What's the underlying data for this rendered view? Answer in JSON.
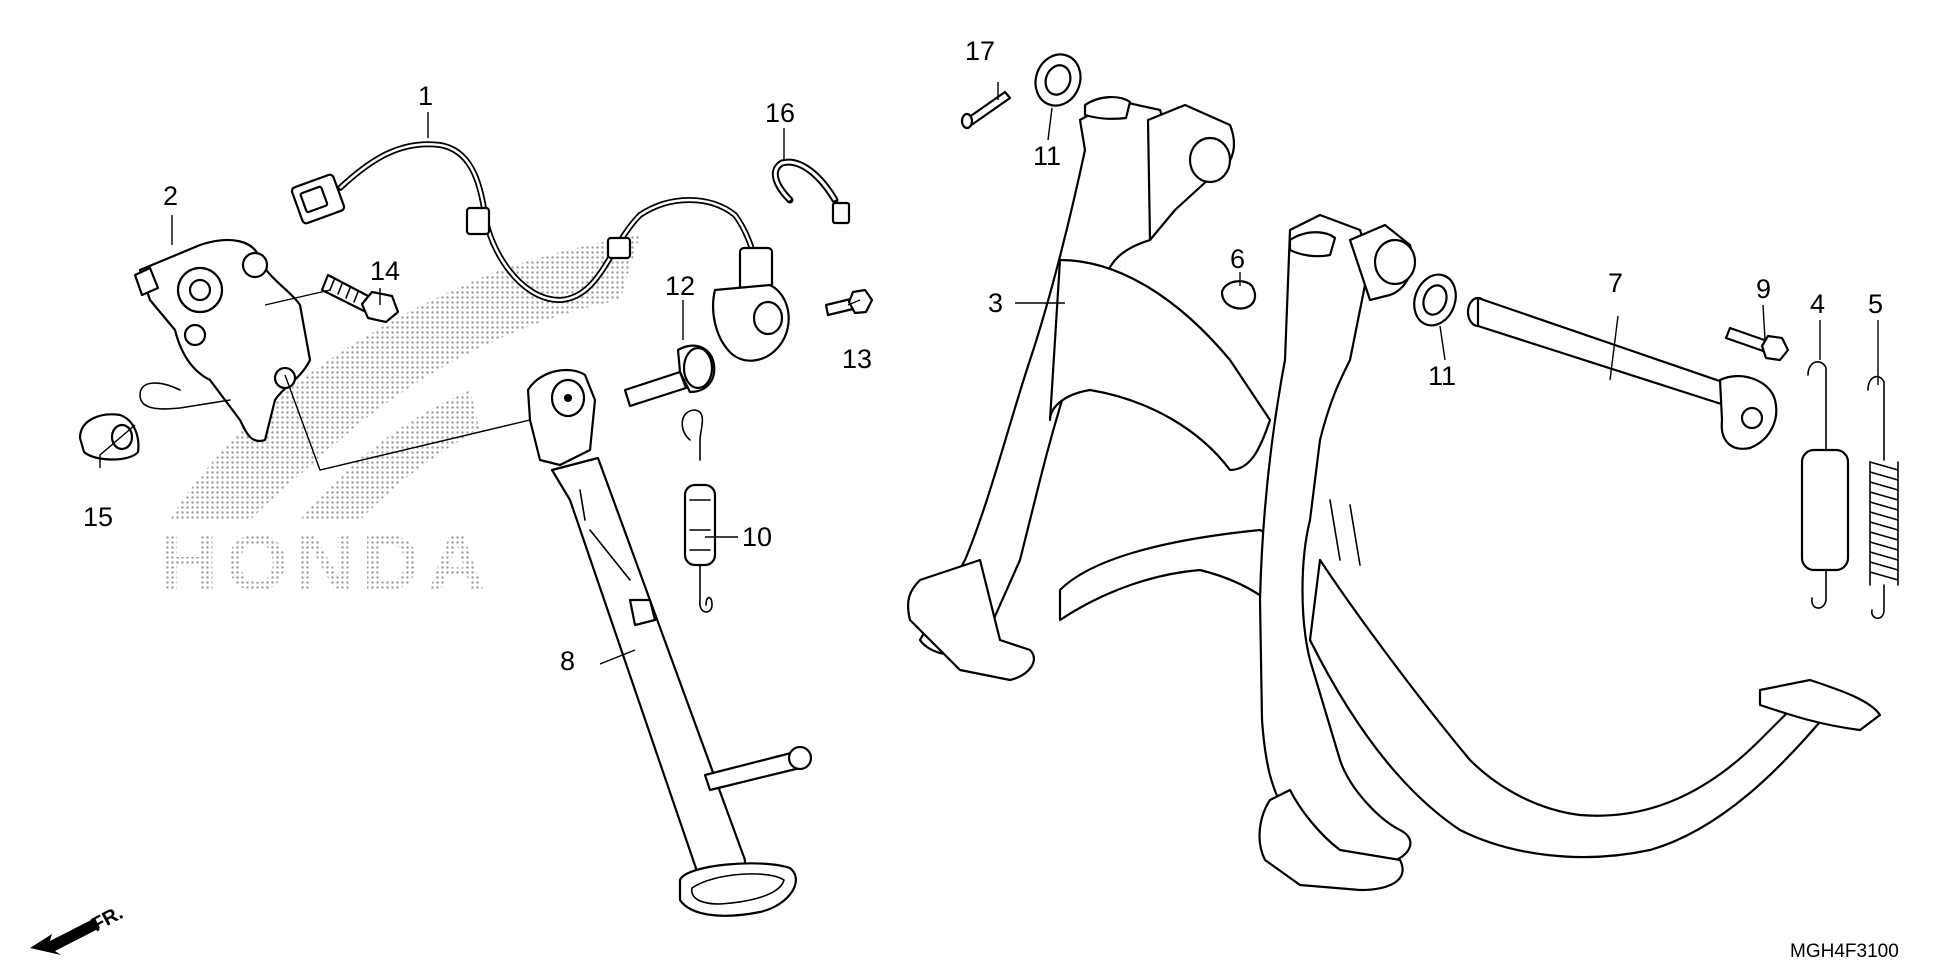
{
  "callouts": [
    {
      "id": "1",
      "label": "1"
    },
    {
      "id": "2",
      "label": "2"
    },
    {
      "id": "3",
      "label": "3"
    },
    {
      "id": "4",
      "label": "4"
    },
    {
      "id": "5",
      "label": "5"
    },
    {
      "id": "6",
      "label": "6"
    },
    {
      "id": "7",
      "label": "7"
    },
    {
      "id": "8",
      "label": "8"
    },
    {
      "id": "9",
      "label": "9"
    },
    {
      "id": "10",
      "label": "10"
    },
    {
      "id": "11a",
      "label": "11"
    },
    {
      "id": "11b",
      "label": "11"
    },
    {
      "id": "12",
      "label": "12"
    },
    {
      "id": "13",
      "label": "13"
    },
    {
      "id": "14",
      "label": "14"
    },
    {
      "id": "15",
      "label": "15"
    },
    {
      "id": "16",
      "label": "16"
    },
    {
      "id": "17",
      "label": "17"
    }
  ],
  "watermark_text": "HONDA",
  "direction_label": "FR.",
  "diagram_code": "MGH4F3100",
  "colors": {
    "line": "#000000",
    "background": "#ffffff",
    "watermark": "#9a9a9a"
  }
}
